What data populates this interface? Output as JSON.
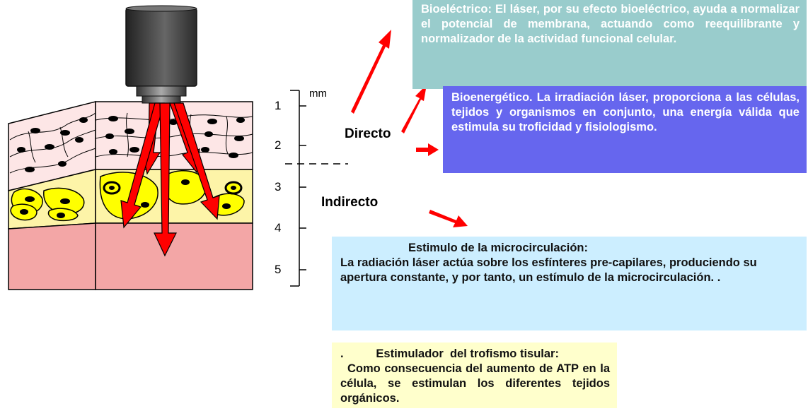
{
  "scale": {
    "unit": "mm",
    "ticks": [
      "1",
      "2",
      "3",
      "4",
      "5"
    ]
  },
  "zones": {
    "direct": "Directo",
    "indirect": "Indirecto"
  },
  "boxes": {
    "bioelectric": {
      "text": "Bioeléctrico: El láser, por su efecto bioeléctrico, ayuda a normalizar el potencial de membrana, actuando como reequilibrante y normalizador de la actividad funcional celular.",
      "color": "#99cccc"
    },
    "bioenergetic": {
      "text": "Bioenergético. La irradiación láser, proporciona a las células, tejidos y organismos en conjunto, una energía válida que estimula su troficidad y fisiologismo.",
      "color": "#6666ee"
    },
    "microcirculation": {
      "title": "Estimulo de la microcirculación:",
      "text": "La radiación láser actúa sobre los esfínteres  pre-capilares, produciendo su apertura constante, y por tanto, un estímulo de la microcirculación. .",
      "color": "#cceeff"
    },
    "trophism": {
      "title": ".          Estimulador  del trofismo tisular:",
      "text": "Como consecuencia del aumento de ATP en la célula, se estimulan los diferentes tejidos orgánicos.",
      "color": "#ffffcc"
    }
  },
  "colors": {
    "arrow": "#ff0000",
    "skin_top": "#fde6e6",
    "fat_layer": "#fdf4a8",
    "fat_cell": "#ffff00",
    "muscle": "#f3a6a6",
    "laser_head": "#444444"
  }
}
